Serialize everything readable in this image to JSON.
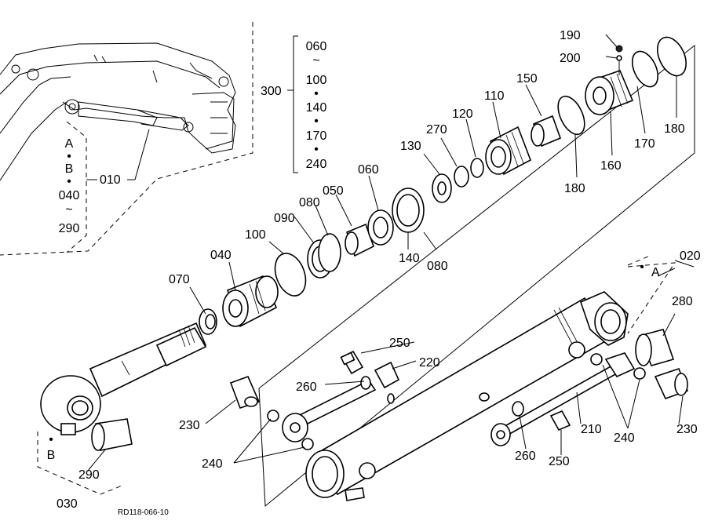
{
  "drawing_code": "RD118-066-10",
  "labels": {
    "l010": "010",
    "l020": "020",
    "l030": "030",
    "l040": "040",
    "l050": "050",
    "l060": "060",
    "l070": "070",
    "l080a": "080",
    "l080b": "080",
    "l090": "090",
    "l100": "100",
    "l110": "110",
    "l120": "120",
    "l130": "130",
    "l140": "140",
    "l150": "150",
    "l160": "160",
    "l170": "170",
    "l180a": "180",
    "l180b": "180",
    "l190": "190",
    "l200": "200",
    "l210": "210",
    "l220": "220",
    "l230a": "230",
    "l230b": "230",
    "l240a": "240",
    "l240b": "240",
    "l250a": "250",
    "l250b": "250",
    "l260a": "260",
    "l260b": "260",
    "l270": "270",
    "l280": "280",
    "l290": "290",
    "l300": "300"
  },
  "range_010": {
    "start": "A",
    "mid": "B",
    "from": "040",
    "tilde": "~",
    "to": "290"
  },
  "range_300": {
    "items": [
      "060",
      "~",
      "100",
      "140",
      "170",
      "240"
    ]
  },
  "ref_points": {
    "a": "A",
    "b": "B"
  }
}
